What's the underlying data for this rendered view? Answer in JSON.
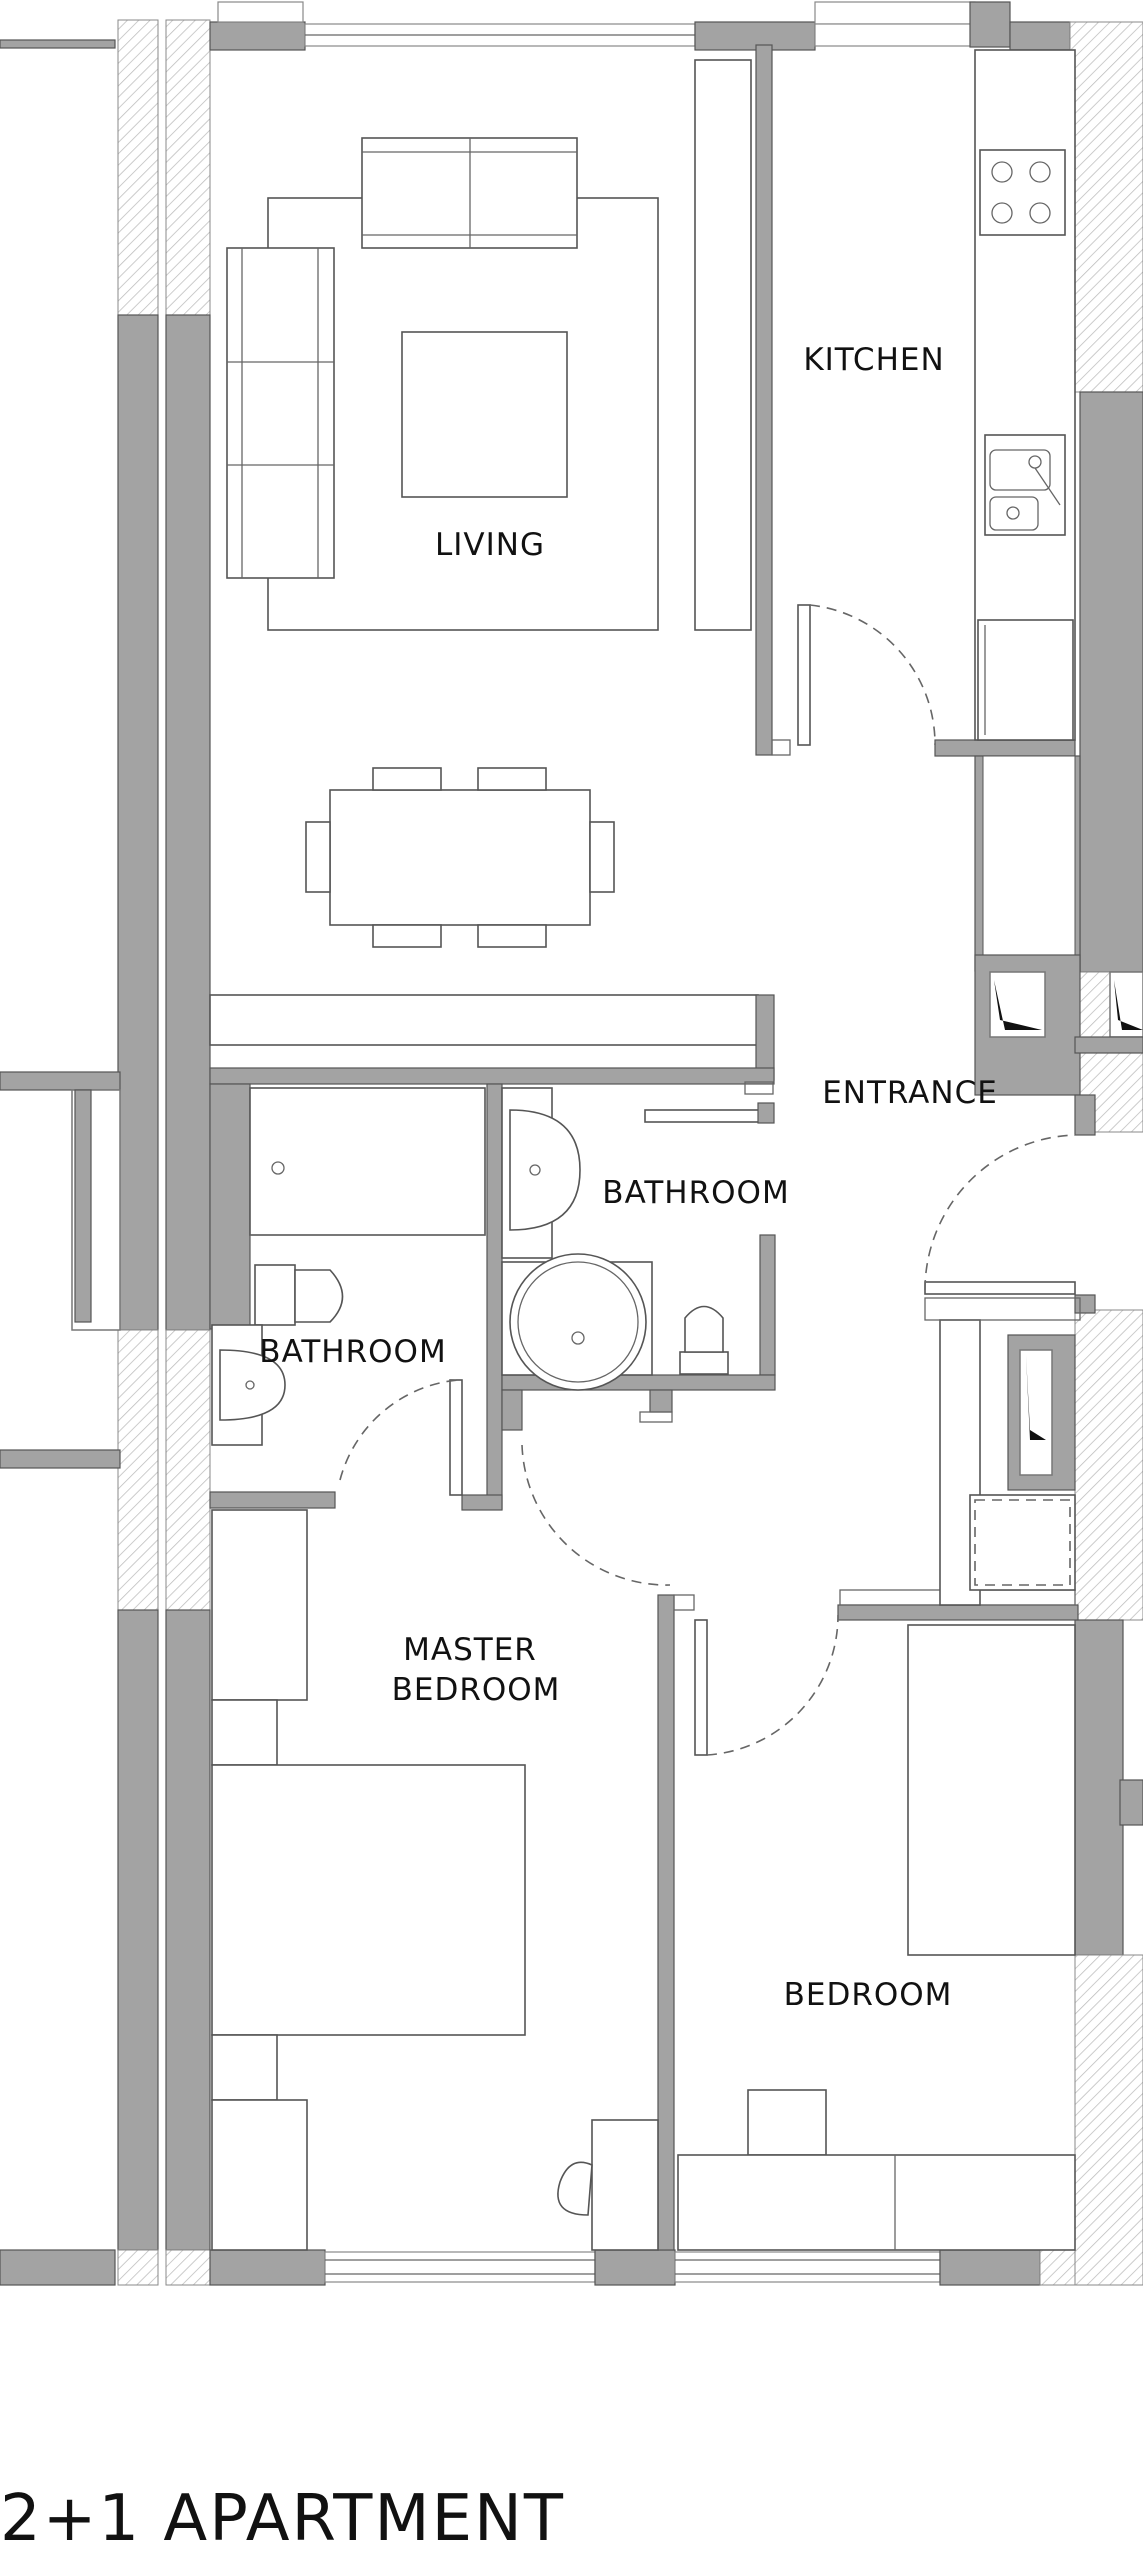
{
  "title": "2+1 APARTMENT",
  "rooms": {
    "kitchen": "KITCHEN",
    "living": "LIVING",
    "entrance": "ENTRANCE",
    "bathroom_1": "BATHROOM",
    "bathroom_2": "BATHROOM",
    "master_bedroom_line1": "MASTER",
    "master_bedroom_line2": "BEDROOM",
    "bedroom": "BEDROOM"
  },
  "colors": {
    "wall": "#a3a3a3",
    "outline": "#555555",
    "background": "#ffffff"
  }
}
